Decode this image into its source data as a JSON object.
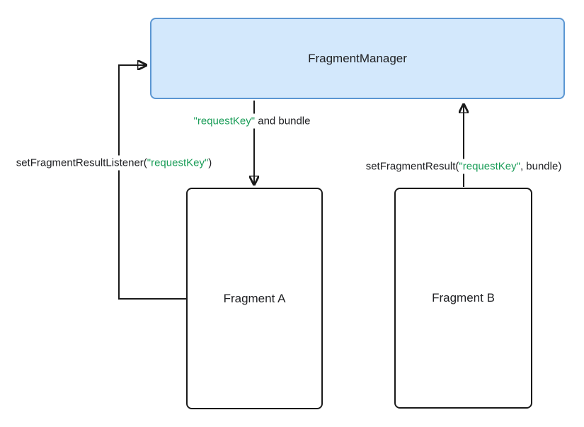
{
  "diagram": {
    "manager": {
      "label": "FragmentManager"
    },
    "fragment_a": {
      "label": "Fragment A"
    },
    "fragment_b": {
      "label": "Fragment B"
    },
    "labels": {
      "request_bundle": {
        "key": "\"requestKey\"",
        "rest": " and bundle"
      },
      "listener": {
        "prefix": "setFragmentResultListener(",
        "key": "\"requestKey\"",
        "suffix": ")"
      },
      "result": {
        "prefix": "setFragmentResult(",
        "key": "\"requestKey\"",
        "suffix": ", bundle)"
      }
    },
    "colors": {
      "manager_fill": "#d3e8fc",
      "manager_border": "#5b96d2",
      "fragment_border": "#1a1a1a",
      "arrow_line": "#1a1a1a",
      "request_key_green": "#1a9d58",
      "text": "#202124",
      "background": "#ffffff"
    }
  }
}
